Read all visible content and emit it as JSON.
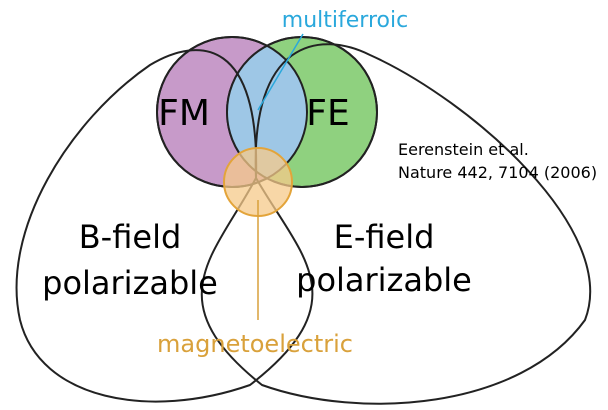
{
  "labels": {
    "multiferroic": "multiferroic",
    "fm": "FM",
    "fe": "FE",
    "citation_line1": "Eerenstein et al.",
    "citation_line2": "Nature 442, 7104 (2006)",
    "bfield_line1": "B-field",
    "bfield_line2": "polarizable",
    "efield_line1": "E-field",
    "efield_line2": "polarizable",
    "magnetoelectric": "magnetoelectric"
  },
  "colors": {
    "fm_fill": "#c79ac9",
    "fe_fill": "#8fd17f",
    "multiferroic_fill": "#9ec7e6",
    "magnetoelectric_fill": "#f6c98a",
    "multiferroic_text": "#2aa8dc",
    "magnetoelectric_text": "#d9a13b",
    "outline": "#222222"
  }
}
